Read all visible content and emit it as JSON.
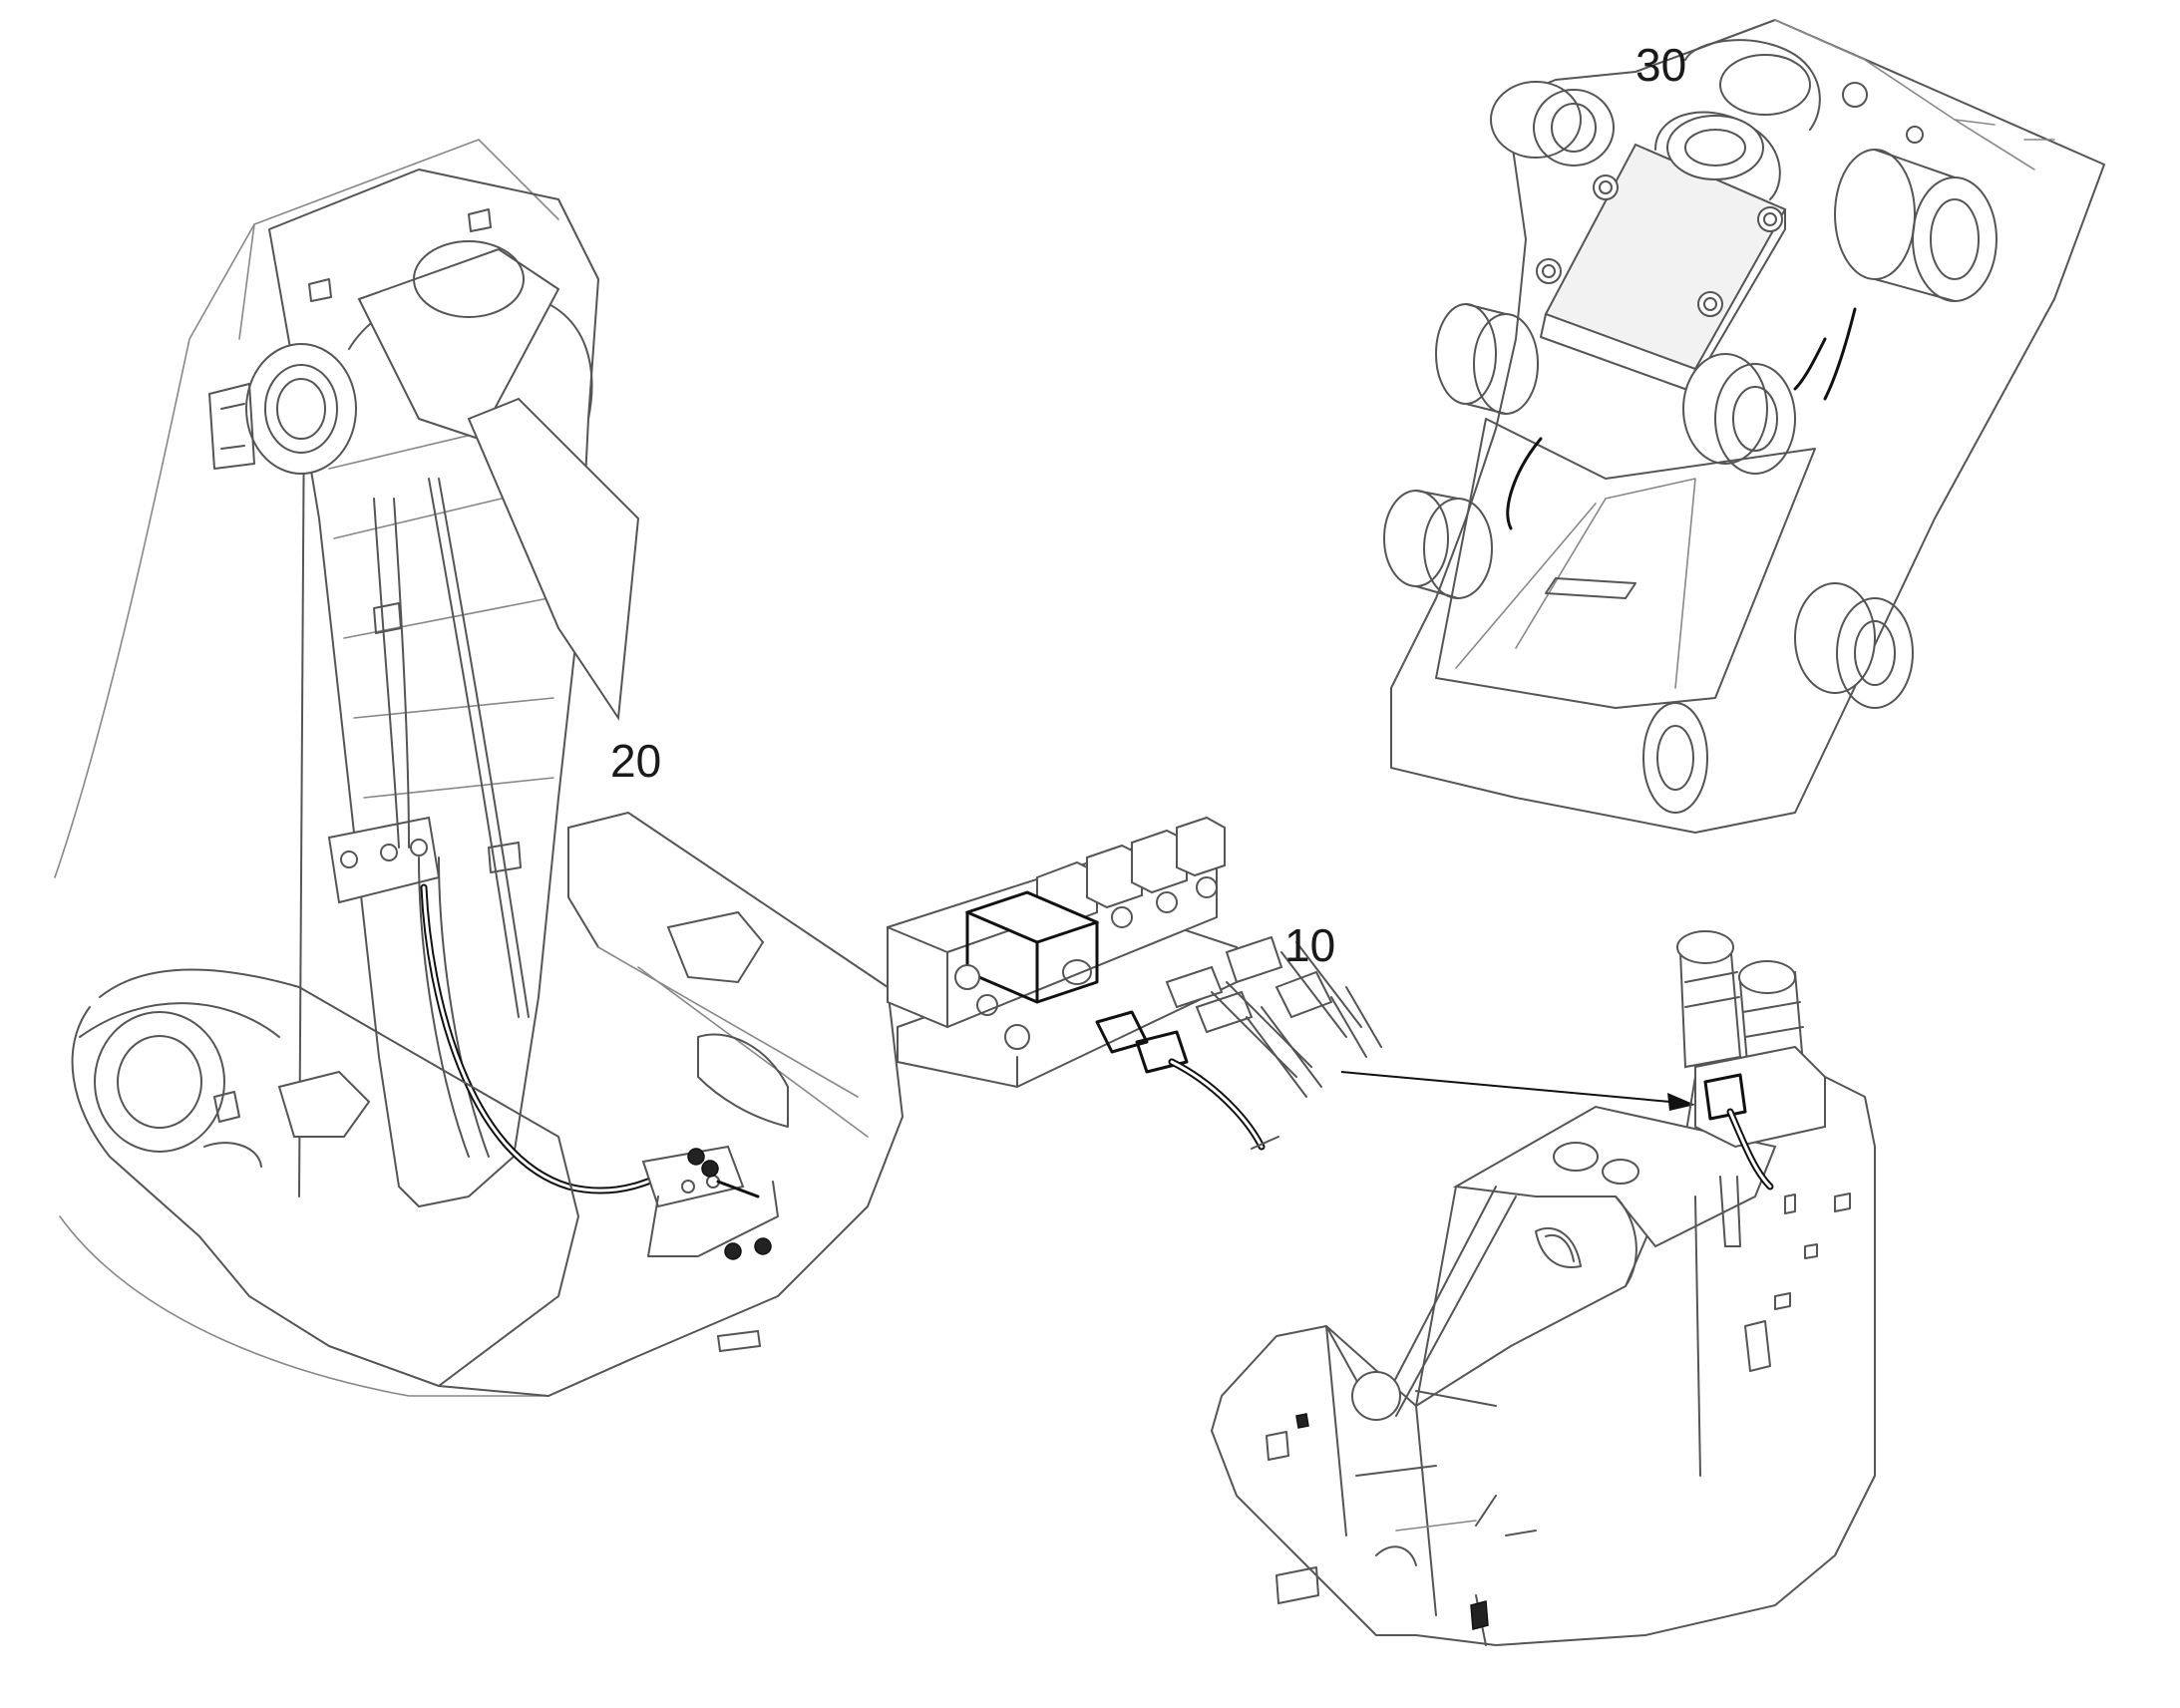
{
  "callouts": {
    "c10": "10",
    "c20": "20",
    "c30": "30"
  },
  "colors": {
    "line": "#555555",
    "dark_line": "#111111",
    "background": "#ffffff"
  }
}
